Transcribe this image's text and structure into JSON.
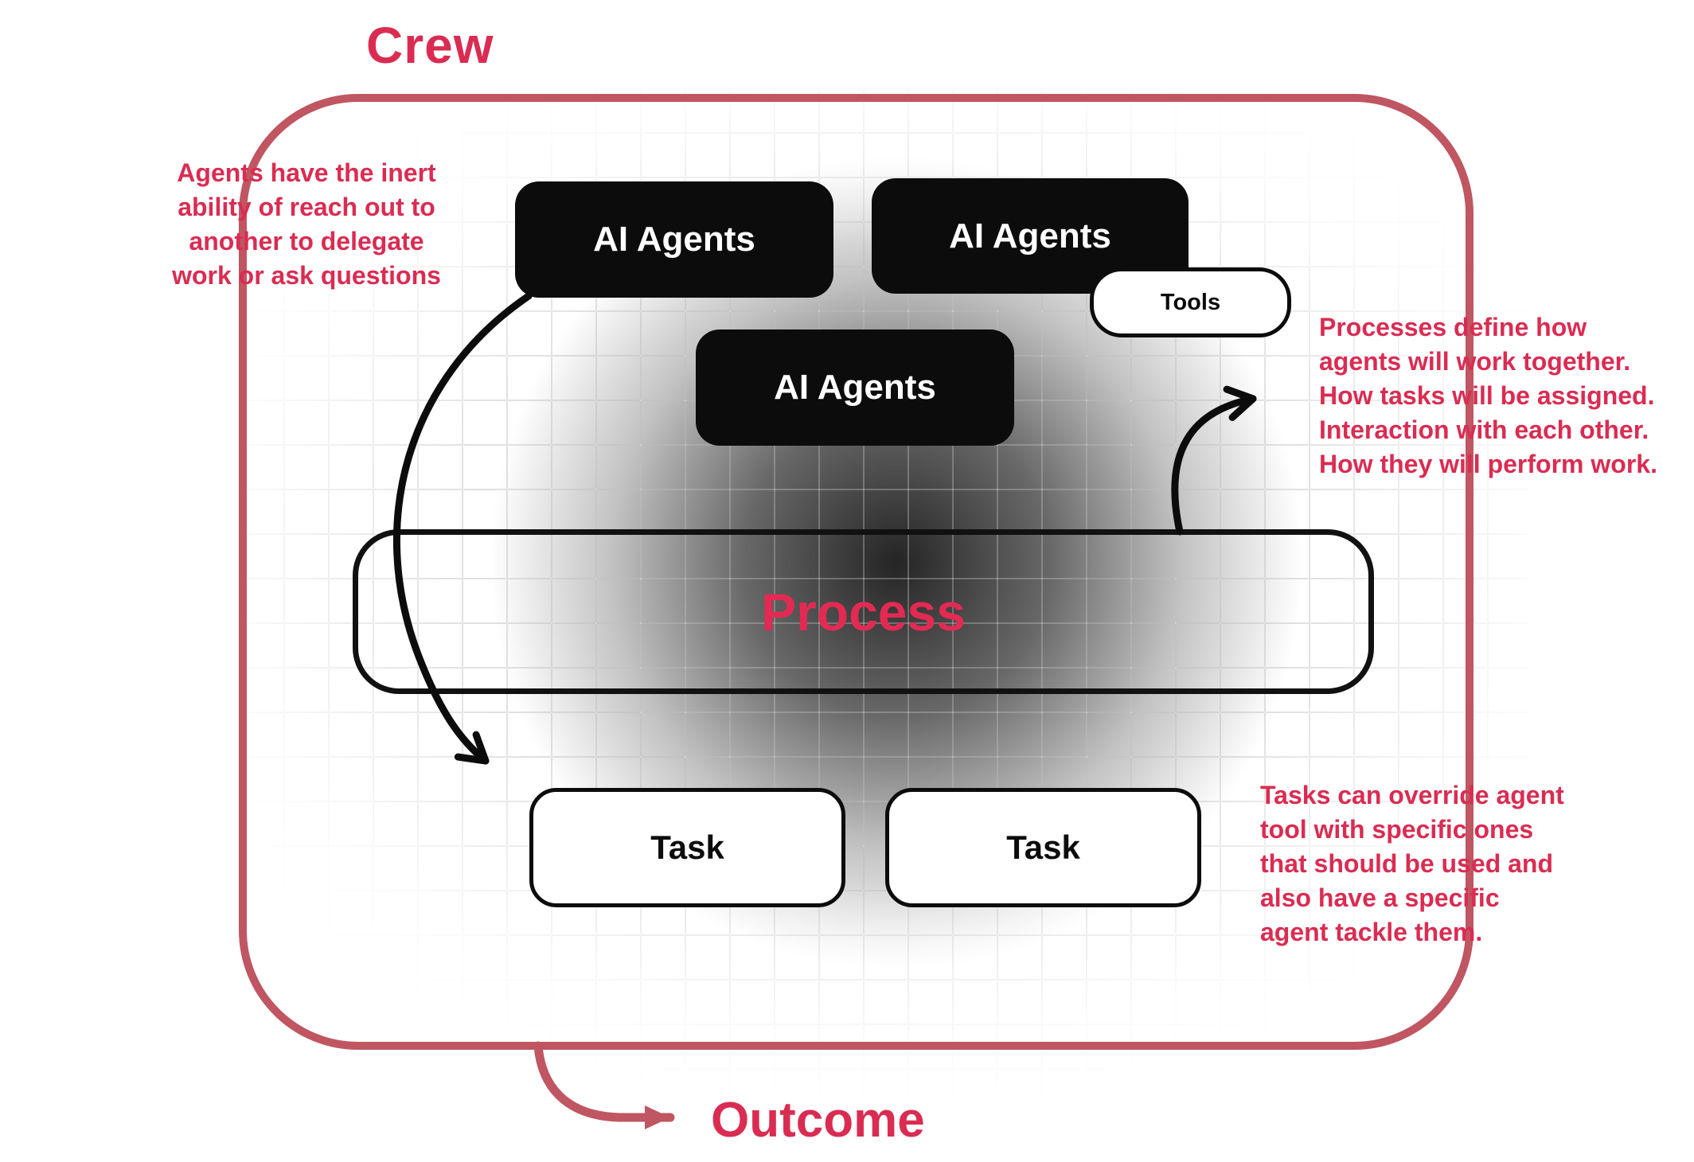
{
  "diagram": {
    "title": "Crew",
    "outcome_label": "Outcome",
    "agent_boxes": [
      {
        "label": "AI Agents"
      },
      {
        "label": "AI Agents"
      },
      {
        "label": "AI Agents"
      }
    ],
    "tools_label": "Tools",
    "process_label": "Process",
    "task_boxes": [
      {
        "label": "Task"
      },
      {
        "label": "Task"
      }
    ],
    "annotations": {
      "left": "Agents have the inert\nability of reach out to\nanother to delegate\nwork or ask questions",
      "right_top": "Processes define how\nagents will work together.\nHow tasks will be assigned.\nInteraction with each other.\nHow they will perform work.",
      "right_bottom": "Tasks can override agent\ntool with specific ones\nthat should be used and\nalso have a specific\nagent tackle them."
    },
    "colors": {
      "accent_text": "#da2c52",
      "border": "#bf5662",
      "node_black": "#0c0c0c"
    }
  }
}
